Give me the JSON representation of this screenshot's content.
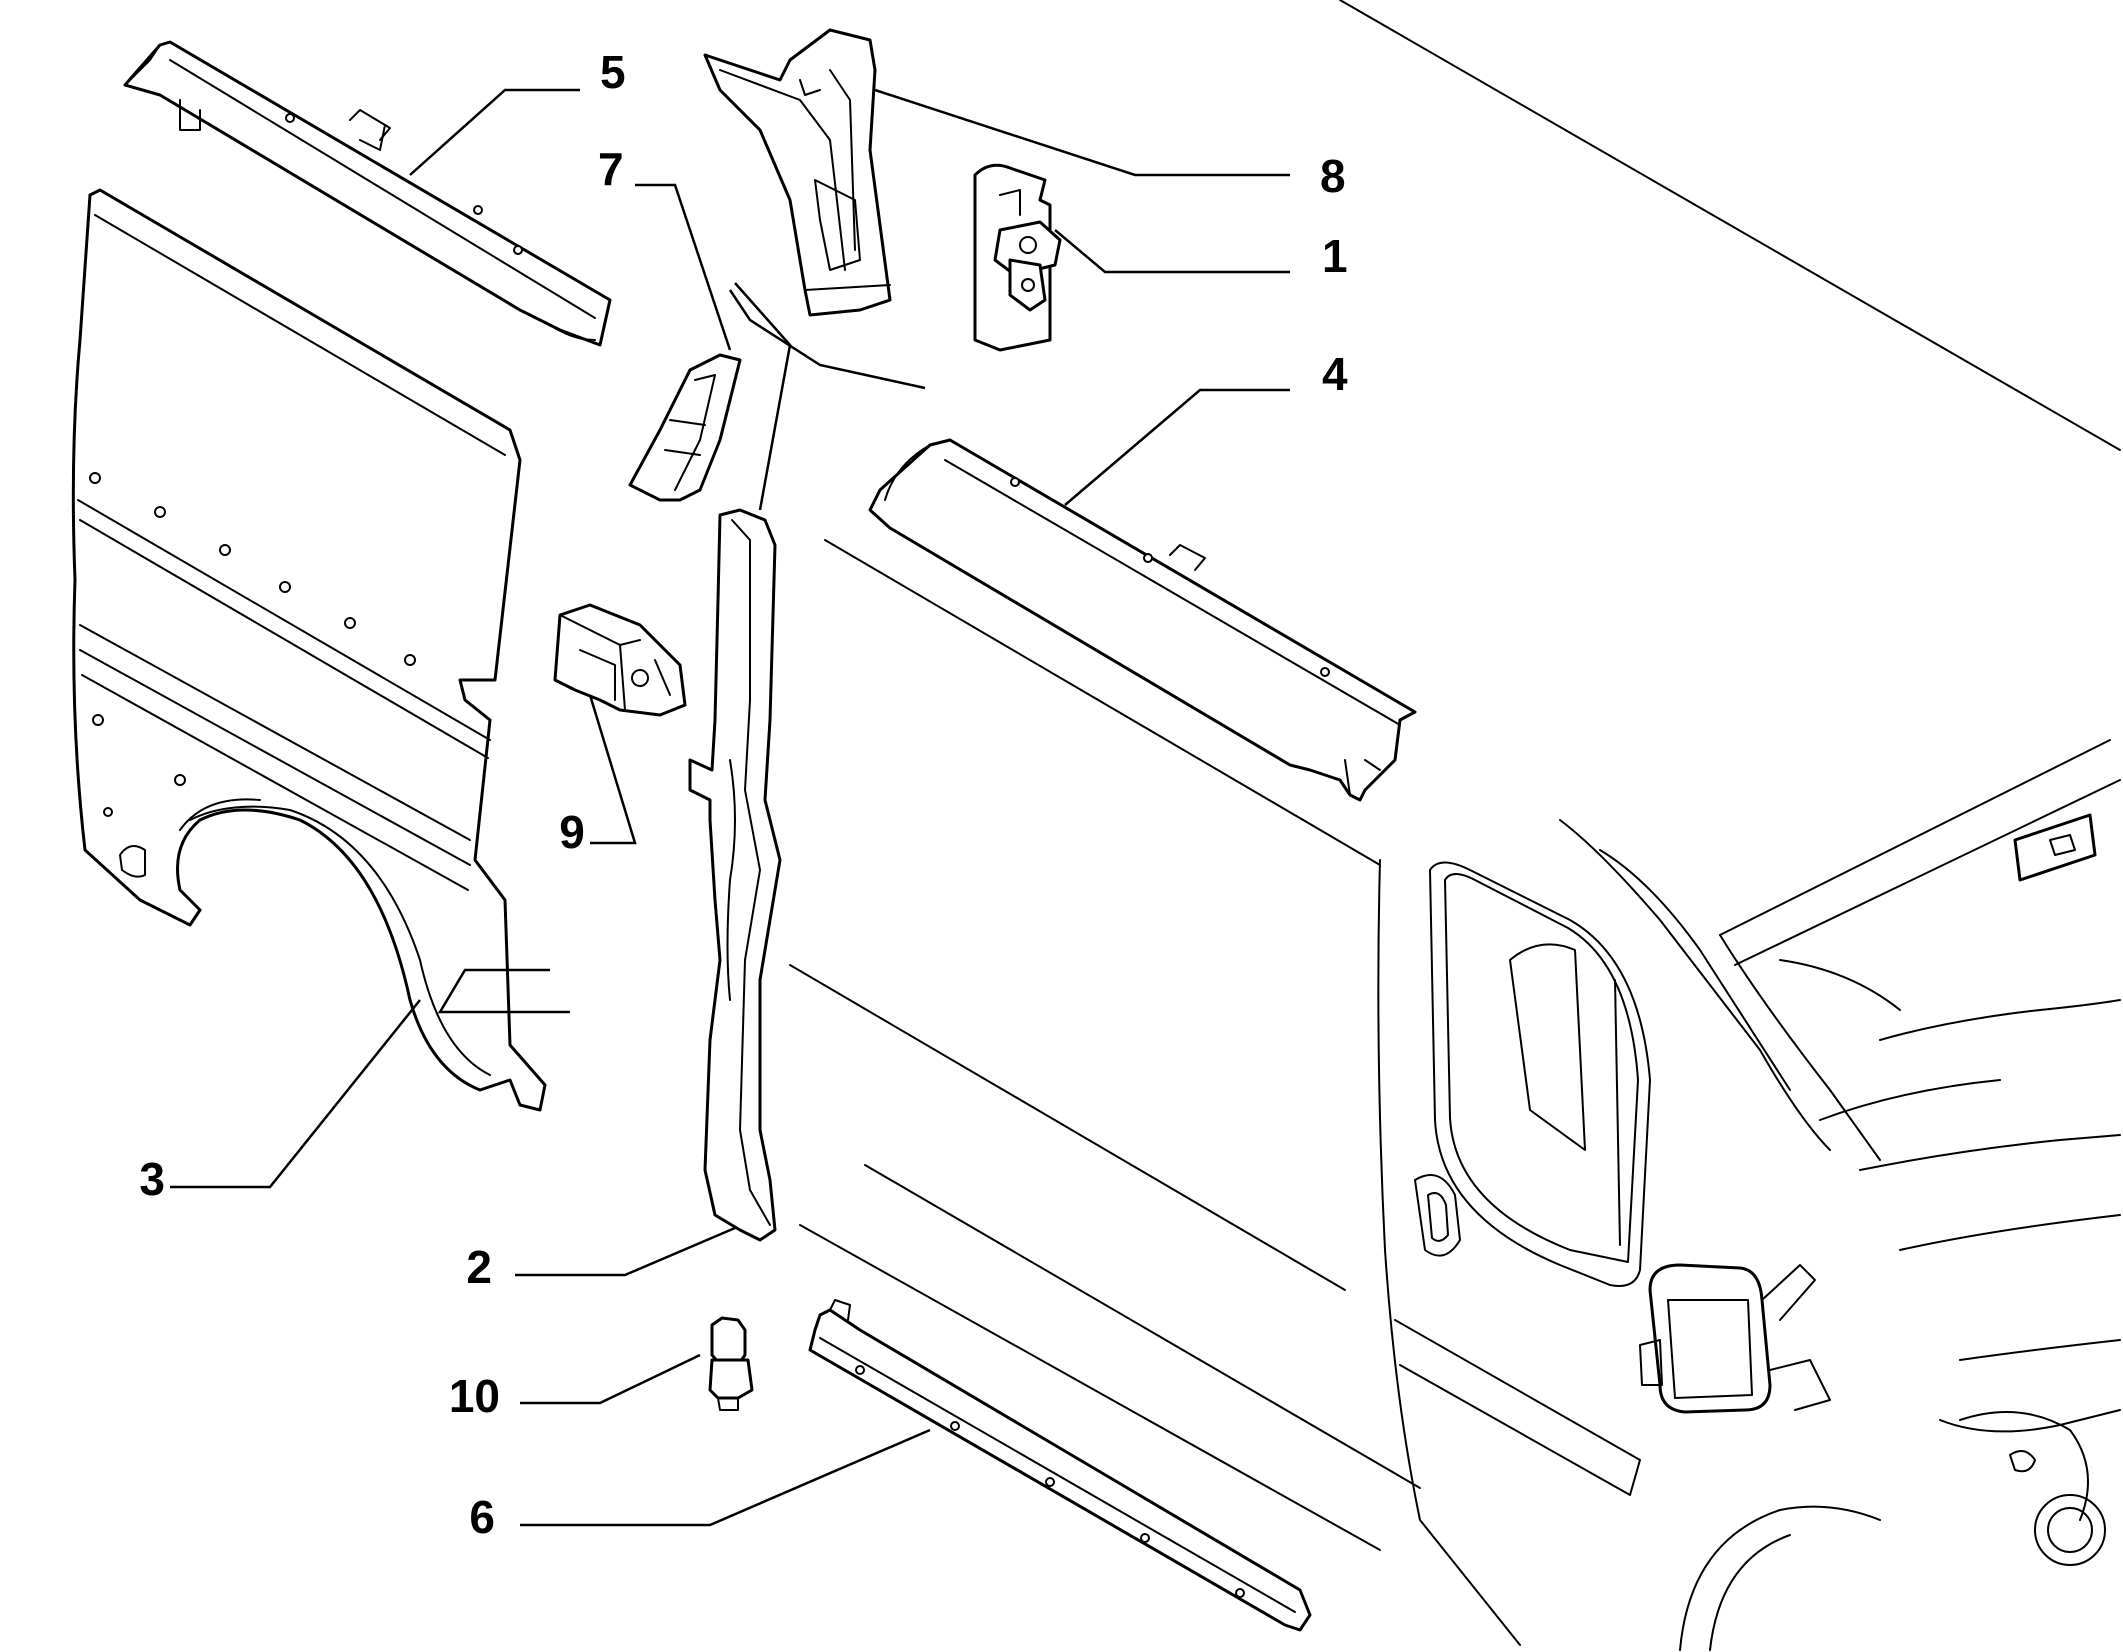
{
  "diagram": {
    "colors": {
      "line": "#000000",
      "background": "#ffffff"
    },
    "callouts": [
      {
        "id": "1",
        "label": "1"
      },
      {
        "id": "2",
        "label": "2"
      },
      {
        "id": "3",
        "label": "3"
      },
      {
        "id": "4",
        "label": "4"
      },
      {
        "id": "5",
        "label": "5"
      },
      {
        "id": "6",
        "label": "6"
      },
      {
        "id": "7",
        "label": "7"
      },
      {
        "id": "8",
        "label": "8"
      },
      {
        "id": "9",
        "label": "9"
      },
      {
        "id": "10",
        "label": "10"
      }
    ]
  }
}
